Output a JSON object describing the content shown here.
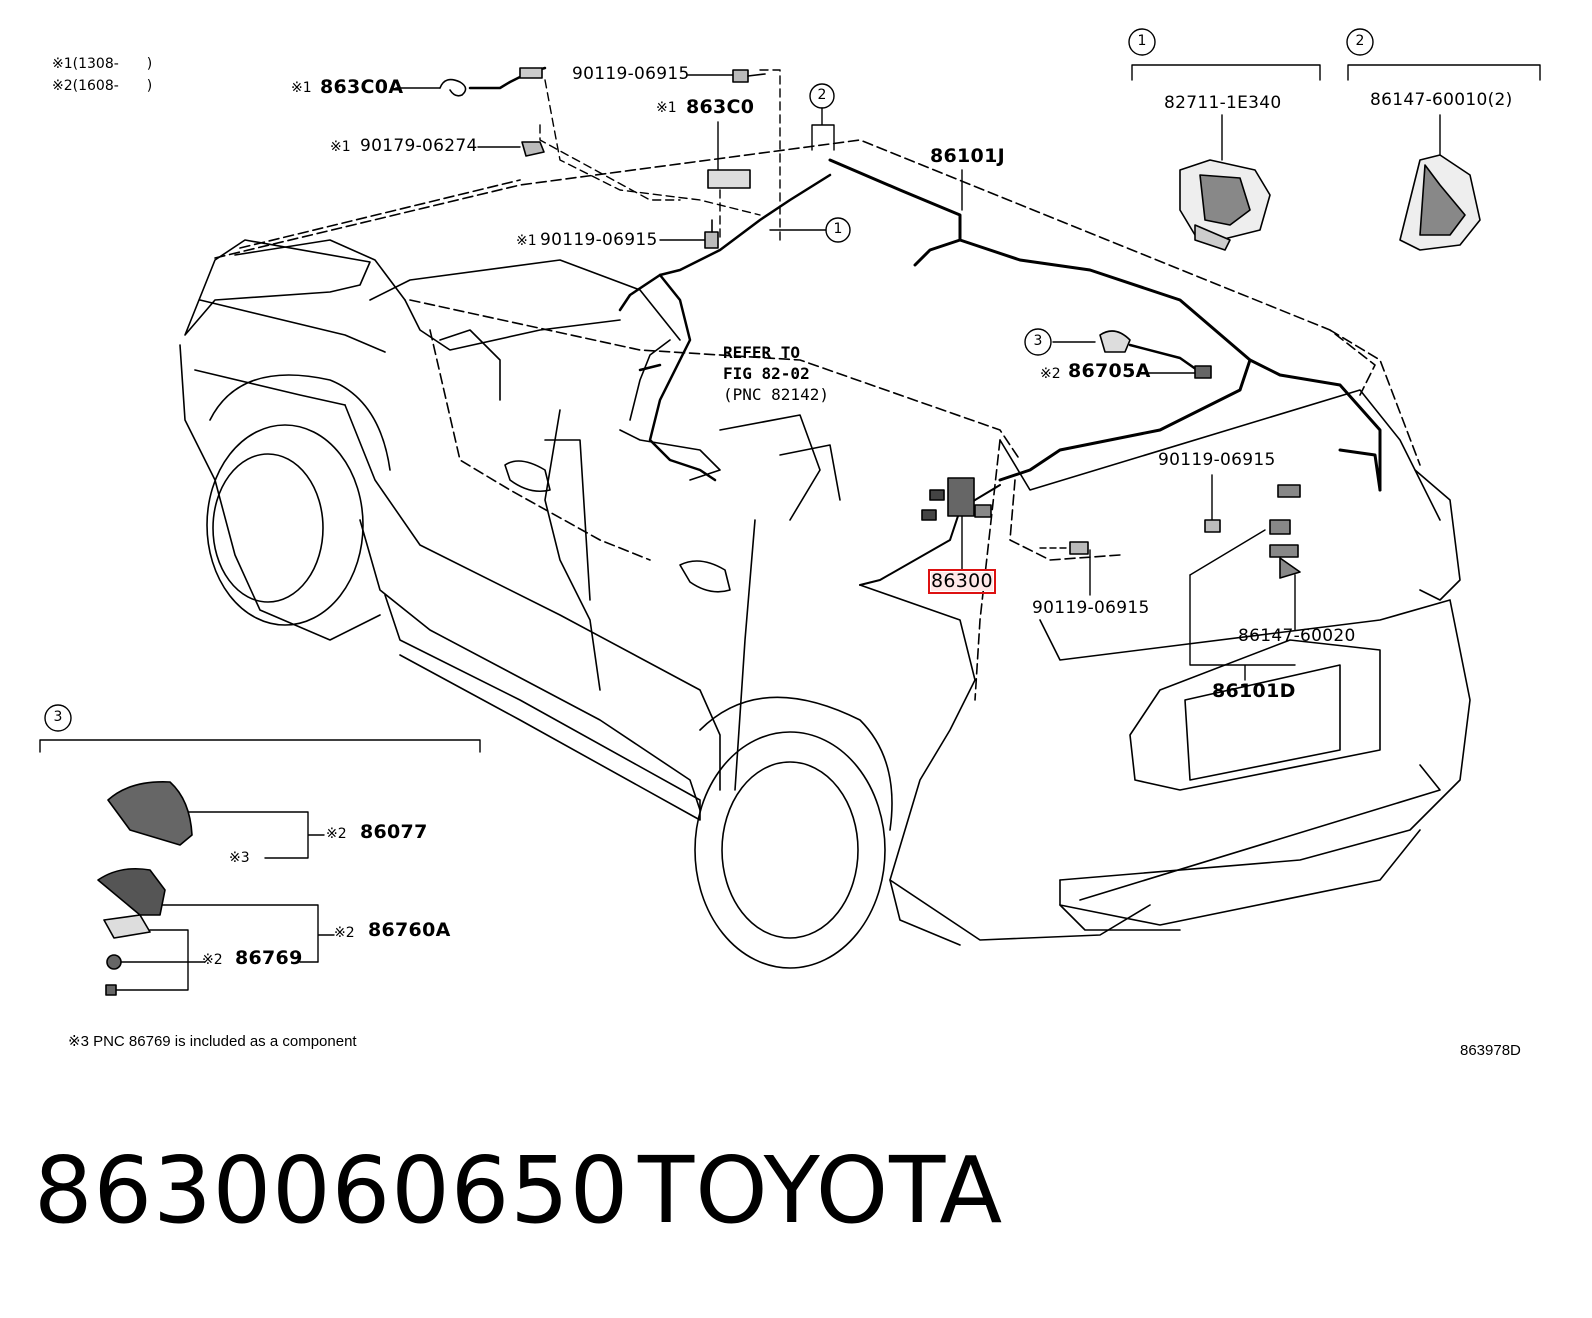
{
  "date_notes": {
    "note1": "※1(1308-　　)",
    "note2": "※2(1608-　　)"
  },
  "labels": {
    "p863c0a": "863C0A",
    "m863c0a": "※1",
    "p90119_top": "90119-06915",
    "p863c0": "863C0",
    "m863c0": "※1",
    "p90179": "90179-06274",
    "m90179": "※1",
    "p90119_mid": "90119-06915",
    "m90119_mid": "※1",
    "p86101j": "86101J",
    "p82711": "82711-1E340",
    "p86147_2": "86147-60010(2)",
    "p86705a": "86705A",
    "m86705a": "※2",
    "refer_line1": "REFER TO",
    "refer_line2": "FIG 82-02",
    "refer_line3": "(PNC 82142)",
    "p90119_right": "90119-06915",
    "p86300": "86300",
    "p90119_low": "90119-06915",
    "p86147_20": "86147-60020",
    "p86101d": "86101D",
    "p86077": "86077",
    "m86077": "※2",
    "m3_small": "※3",
    "p86760a": "86760A",
    "m86760a": "※2",
    "p86769": "86769",
    "m86769": "※2"
  },
  "callouts": {
    "c1_top": "1",
    "c2_top": "2",
    "c2_car": "2",
    "c1_car": "1",
    "c3_car": "3",
    "c3_inset": "3"
  },
  "footnote": "※3 PNC 86769 is included as a component",
  "figure_id": "863978D",
  "part_number": "8630060650",
  "brand": "TOYOTA",
  "colors": {
    "highlight": "#d11111",
    "line": "#000000"
  }
}
